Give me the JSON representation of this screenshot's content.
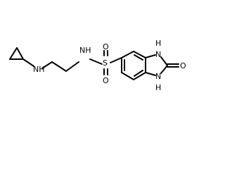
{
  "molecule": {
    "atoms": {
      "amine_nh": "NH",
      "sulfonamide_nh": "NH",
      "sulfur": "S",
      "sulfonyl_o_top": "O",
      "sulfonyl_o_bottom": "O",
      "ring_nh_top": "H",
      "ring_n_top": "N",
      "ring_nh_bottom": "H",
      "ring_n_bottom": "N",
      "carbonyl_o": "O"
    },
    "colors": {
      "bond": "#000000",
      "label": "#000000",
      "background": "#ffffff"
    }
  }
}
